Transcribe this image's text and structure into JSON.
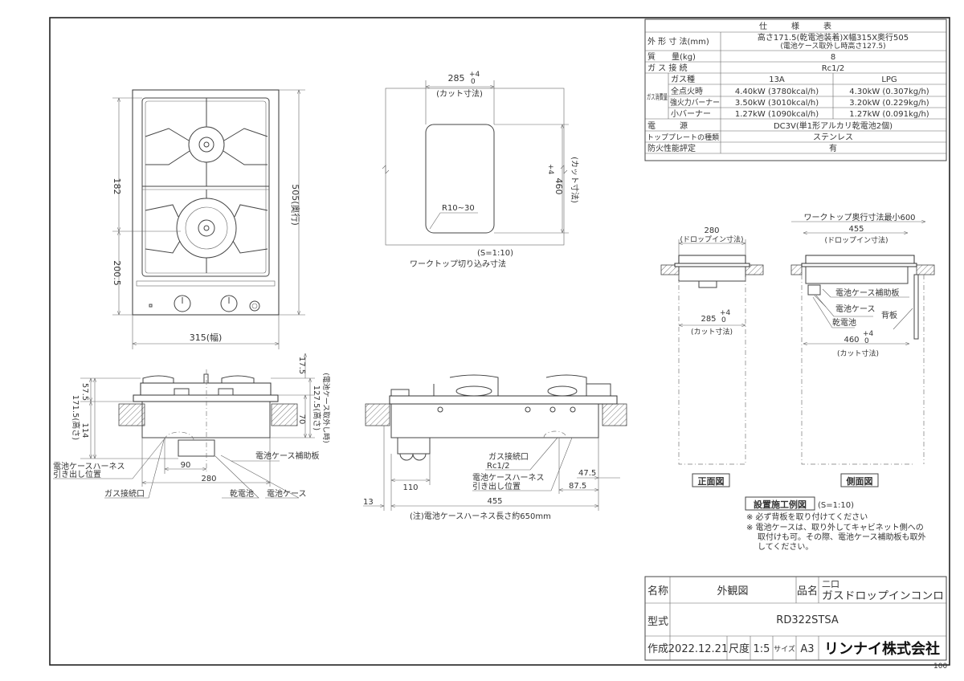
{
  "spec_table": {
    "title": "仕　　　様　　　表",
    "rows": {
      "dimensions_label": "外 形 寸 法(mm)",
      "dimensions_value": "高さ171.5(乾電池装着)X幅315X奥行505",
      "dimensions_note": "(電池ケース取外し時高さ127.5)",
      "mass_label": "質　　量(kg)",
      "mass_value": "8",
      "gas_conn_label": "ガ ス 接 続",
      "gas_conn_value": "Rc1/2",
      "consumption_group": "ガス消費量",
      "gas_type_label": "ガス種",
      "gas_type_13a": "13A",
      "gas_type_lpg": "LPG",
      "all_on_label": "全点火時",
      "all_on_13a": "4.40kW (3780kcal/h)",
      "all_on_lpg": "4.30kW (0.307kg/h)",
      "strong_label": "強火力バーナー",
      "strong_13a": "3.50kW (3010kcal/h)",
      "strong_lpg": "3.20kW (0.229kg/h)",
      "small_label": "小バーナー",
      "small_13a": "1.27kW (1090kcal/h)",
      "small_lpg": "1.27kW (0.091kg/h)",
      "power_label": "電　　　源",
      "power_value": "DC3V(単1形アルカリ乾電池2個)",
      "top_plate_label": "トッププレートの種類",
      "top_plate_value": "ステンレス",
      "fire_label": "防火性能評定",
      "fire_value": "有"
    }
  },
  "top_view": {
    "dim_182": "182",
    "dim_200_5": "200.5",
    "dim_505": "505(奥行)",
    "dim_315": "315(幅)"
  },
  "cutout_view": {
    "dim_285": "285",
    "tol_plus": "+4",
    "tol_zero": "0",
    "cut_label": "(カット寸法)",
    "dim_460": "460",
    "radius": "R10~30",
    "scale": "(S=1:10)",
    "caption": "ワークトップ切り込み寸法"
  },
  "front_view": {
    "dim_17_5": "17.5",
    "dim_57_5": "57.5",
    "dim_171_5": "171.5(高さ)",
    "dim_114": "114",
    "dim_70": "70",
    "dim_127_5": "127.5(高さ)",
    "note_127_5": "(電池ケース取外し時)",
    "dim_90": "90",
    "dim_280": "280",
    "label_harness": "電池ケースハーネス",
    "label_harness2": "引き出し位置",
    "label_gas_port": "ガス接続口",
    "label_battery": "乾電池",
    "label_battery_case": "電池ケース",
    "label_aux_plate": "電池ケース補助板"
  },
  "side_view": {
    "label_gas_port": "ガス接続口",
    "label_gas_rc": "Rc1/2",
    "label_harness": "電池ケースハーネス",
    "label_harness2": "引き出し位置",
    "dim_47_5": "47.5",
    "dim_87_5": "87.5",
    "dim_110": "110",
    "dim_13": "13",
    "dim_455": "455",
    "note": "(注)電池ケースハーネス長さ約650mm"
  },
  "install": {
    "front_280": "280",
    "dropin": "(ドロップイン寸法)",
    "front_285": "285",
    "cut": "(カット寸法)",
    "tol_plus": "+4",
    "tol_zero": "0",
    "side_600": "ワークトップ奥行寸法最小600",
    "side_455": "455",
    "side_460": "460",
    "label_aux_plate": "電池ケース補助板",
    "label_battery_case": "電池ケース",
    "label_back_plate": "背板",
    "label_battery": "乾電池",
    "front_caption": "正面図",
    "side_caption": "側面図",
    "example_title": "設置施工例図",
    "example_scale": "(S=1:10)",
    "note1": "※ 必ず背板を取り付けてください",
    "note2a": "※ 電池ケースは、取り外してキャビネット側への",
    "note2b": "取付けも可。その際、電池ケース補助板も取外",
    "note2c": "してください。"
  },
  "title_block": {
    "name_label": "名称",
    "name_value": "外観図",
    "product_label": "品名",
    "product_line1": "二口",
    "product_line2": "ガスドロップインコンロ",
    "model_label": "型式",
    "model_value": "RD322STSA",
    "created_label": "作成",
    "created_date": "2022.12.21",
    "scale_label": "尺度",
    "scale_value": "1:5",
    "size_label": "サイズ",
    "size_value": "A3",
    "company": "リンナイ株式会社",
    "sheet_no": "100"
  }
}
